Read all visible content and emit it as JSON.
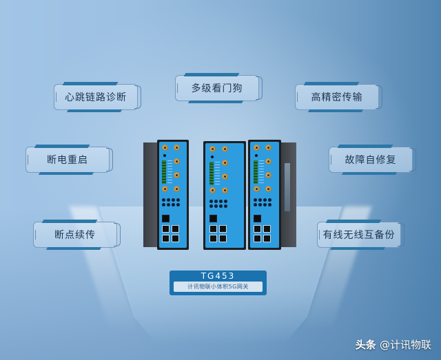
{
  "features": {
    "heartbeat": "心跳链路诊断",
    "watchdog": "多级看门狗",
    "precision": "高精密传输",
    "power_restart": "断电重启",
    "self_repair": "故障自修复",
    "resume": "断点续传",
    "backup": "有线无线互备份"
  },
  "product": {
    "model": "TG453",
    "subtitle": "计讯物联小体积5G网关"
  },
  "watermark": {
    "platform": "头条",
    "handle": "@计讯物联"
  },
  "colors": {
    "accent_blue": "#1a72ae",
    "panel_blue": "#2e9de0",
    "label_text": "#1d3550"
  }
}
